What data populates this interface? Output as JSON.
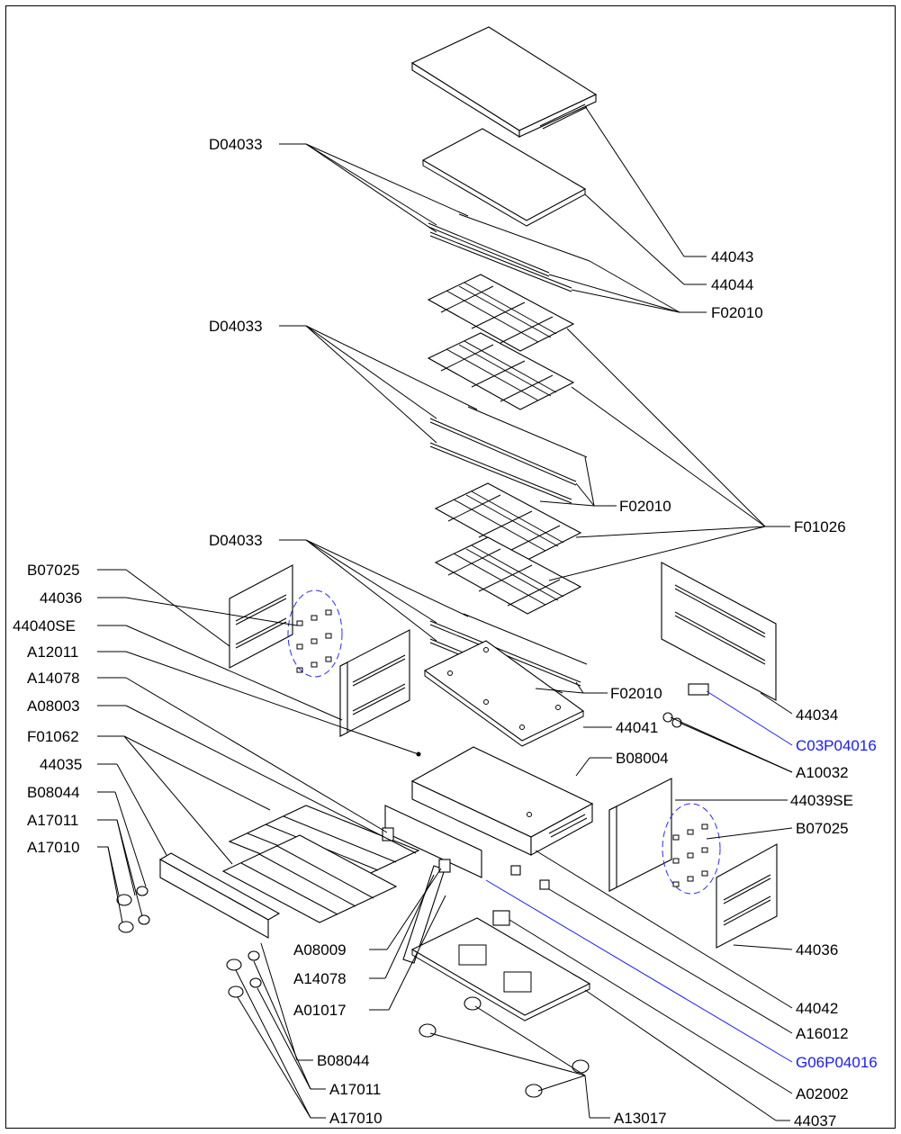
{
  "callouts": [
    {
      "id": "c1",
      "text": "D04033",
      "color": "#000000"
    },
    {
      "id": "c2",
      "text": "44043",
      "color": "#000000"
    },
    {
      "id": "c3",
      "text": "44044",
      "color": "#000000"
    },
    {
      "id": "c4",
      "text": "F02010",
      "color": "#000000"
    },
    {
      "id": "c5",
      "text": "D04033",
      "color": "#000000"
    },
    {
      "id": "c6",
      "text": "F02010",
      "color": "#000000"
    },
    {
      "id": "c7",
      "text": "F01026",
      "color": "#000000"
    },
    {
      "id": "c8",
      "text": "D04033",
      "color": "#000000"
    },
    {
      "id": "c9",
      "text": "B07025",
      "color": "#000000"
    },
    {
      "id": "c10",
      "text": "44036",
      "color": "#000000"
    },
    {
      "id": "c11",
      "text": "44040SE",
      "color": "#000000"
    },
    {
      "id": "c12",
      "text": "A12011",
      "color": "#000000"
    },
    {
      "id": "c13",
      "text": "A14078",
      "color": "#000000"
    },
    {
      "id": "c14",
      "text": "A08003",
      "color": "#000000"
    },
    {
      "id": "c15",
      "text": "F01062",
      "color": "#000000"
    },
    {
      "id": "c16",
      "text": "44035",
      "color": "#000000"
    },
    {
      "id": "c17",
      "text": "B08044",
      "color": "#000000"
    },
    {
      "id": "c18",
      "text": "A17011",
      "color": "#000000"
    },
    {
      "id": "c19",
      "text": "A17010",
      "color": "#000000"
    },
    {
      "id": "c20",
      "text": "F02010",
      "color": "#000000"
    },
    {
      "id": "c21",
      "text": "44034",
      "color": "#000000"
    },
    {
      "id": "c22",
      "text": "44041",
      "color": "#000000"
    },
    {
      "id": "c23",
      "text": "C03P04016",
      "color": "#1a1aff"
    },
    {
      "id": "c24",
      "text": "B08004",
      "color": "#000000"
    },
    {
      "id": "c25",
      "text": "A10032",
      "color": "#000000"
    },
    {
      "id": "c26",
      "text": "44039SE",
      "color": "#000000"
    },
    {
      "id": "c27",
      "text": "B07025",
      "color": "#000000"
    },
    {
      "id": "c28",
      "text": "44036",
      "color": "#000000"
    },
    {
      "id": "c29",
      "text": "A08009",
      "color": "#000000"
    },
    {
      "id": "c30",
      "text": "A14078",
      "color": "#000000"
    },
    {
      "id": "c31",
      "text": "A01017",
      "color": "#000000"
    },
    {
      "id": "c32",
      "text": "44042",
      "color": "#000000"
    },
    {
      "id": "c33",
      "text": "A16012",
      "color": "#000000"
    },
    {
      "id": "c34",
      "text": "G06P04016",
      "color": "#1a1aff"
    },
    {
      "id": "c35",
      "text": "B08044",
      "color": "#000000"
    },
    {
      "id": "c36",
      "text": "A02002",
      "color": "#000000"
    },
    {
      "id": "c37",
      "text": "A17011",
      "color": "#000000"
    },
    {
      "id": "c38",
      "text": "A13017",
      "color": "#000000"
    },
    {
      "id": "c39",
      "text": "A17010",
      "color": "#000000"
    },
    {
      "id": "c40",
      "text": "44037",
      "color": "#000000"
    }
  ]
}
